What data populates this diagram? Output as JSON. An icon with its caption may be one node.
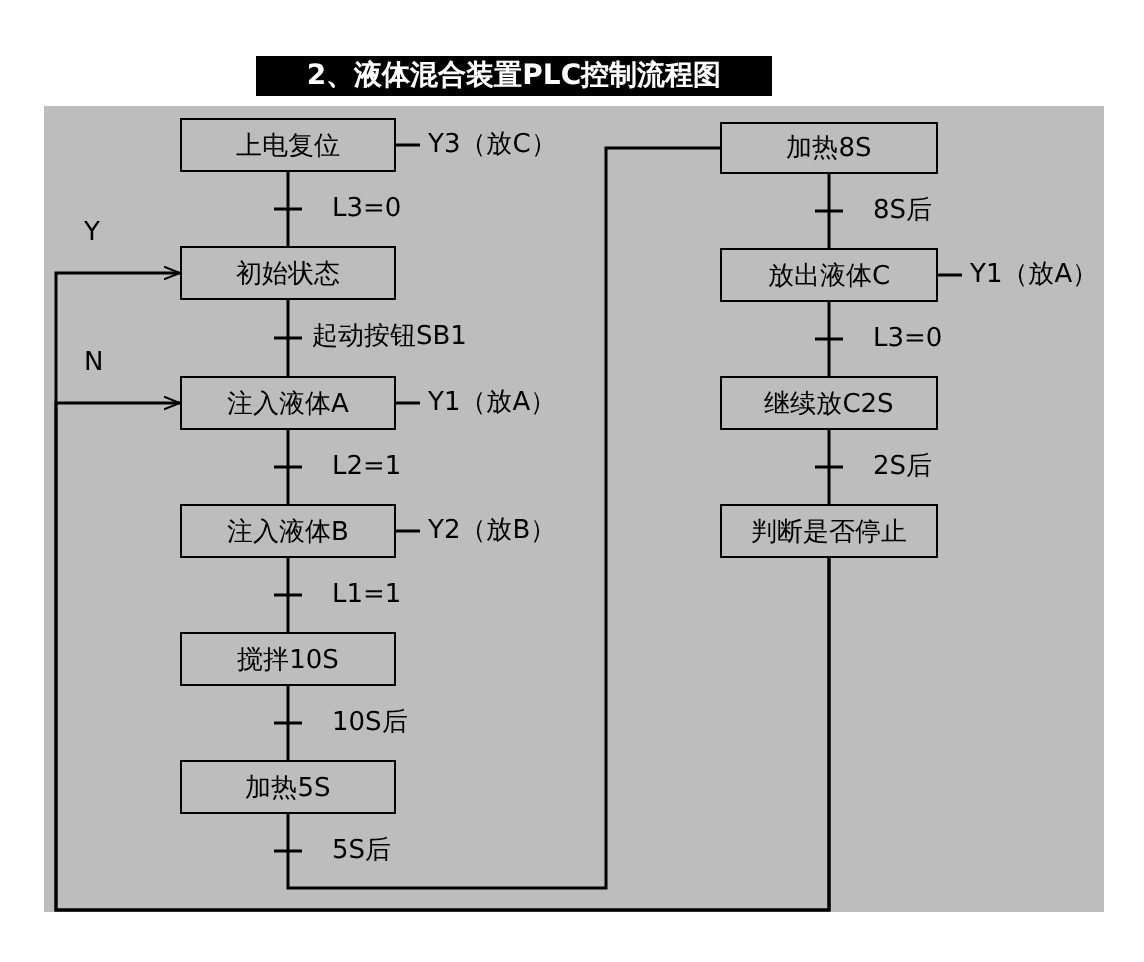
{
  "diagram": {
    "title": "2、液体混合装置PLC控制流程图",
    "nodes": [
      {
        "text": [
          "上电复位"
        ],
        "beside": [
          "Y3（放C）"
        ]
      },
      {
        "text": [
          "初始状态"
        ]
      },
      {
        "text": [
          "注入液体A"
        ],
        "beside": [
          "Y1（放A）"
        ]
      },
      {
        "text": [
          "注入液体B"
        ],
        "beside": [
          "Y2（放B）"
        ]
      },
      {
        "text": [
          "搅拌10S"
        ]
      },
      {
        "text": [
          "加热5S"
        ]
      },
      {
        "text": [
          "加热8S"
        ]
      },
      {
        "text": [
          "放出液体C"
        ],
        "beside": [
          "Y1（放A）"
        ]
      },
      {
        "text": [
          "继续放C2S"
        ]
      },
      {
        "text": [
          "判断是否停止"
        ]
      }
    ],
    "edges": [
      {
        "from": 0,
        "to": 1,
        "arrow": "none",
        "label": "L3=0"
      },
      {
        "from": 1,
        "to": 2,
        "arrow": "none",
        "label": "起动按钮SB1"
      },
      {
        "from": 2,
        "to": 3,
        "arrow": "none",
        "label": "L2=1"
      },
      {
        "from": 3,
        "to": 4,
        "arrow": "none",
        "label": "L1=1"
      },
      {
        "from": 4,
        "to": 5,
        "arrow": "none",
        "label": "10S后"
      },
      {
        "from": 5,
        "to": 6,
        "arrow": "none",
        "label": "5S后"
      },
      {
        "from": 6,
        "to": 7,
        "arrow": "none",
        "label": "8S后"
      },
      {
        "from": 7,
        "to": 8,
        "arrow": "none",
        "label": "L3=0"
      },
      {
        "from": 8,
        "to": 9,
        "arrow": "none",
        "label": "2S后"
      },
      {
        "from": 9,
        "to": 1,
        "arrow": "to",
        "label": "Y"
      },
      {
        "from": 9,
        "to": 2,
        "arrow": "to",
        "label": "N"
      }
    ]
  }
}
